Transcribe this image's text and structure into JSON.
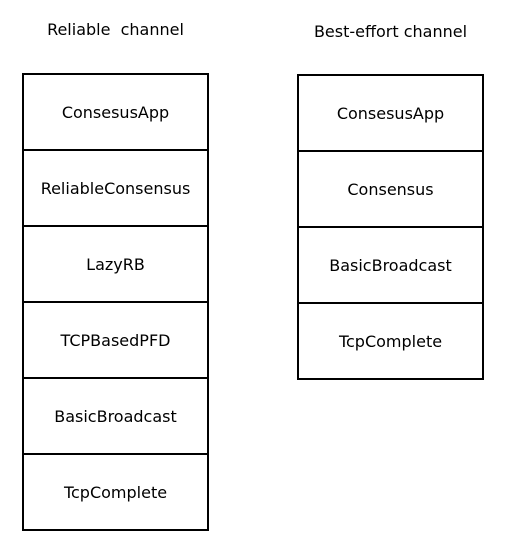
{
  "reliable": {
    "title": "Reliable  channel",
    "layers": [
      "ConsesusApp",
      "ReliableConsensus",
      "LazyRB",
      "TCPBasedPFD",
      "BasicBroadcast",
      "TcpComplete"
    ]
  },
  "best_effort": {
    "title": "Best-effort channel",
    "layers": [
      "ConsesusApp",
      "Consensus",
      "BasicBroadcast",
      "TcpComplete"
    ]
  }
}
